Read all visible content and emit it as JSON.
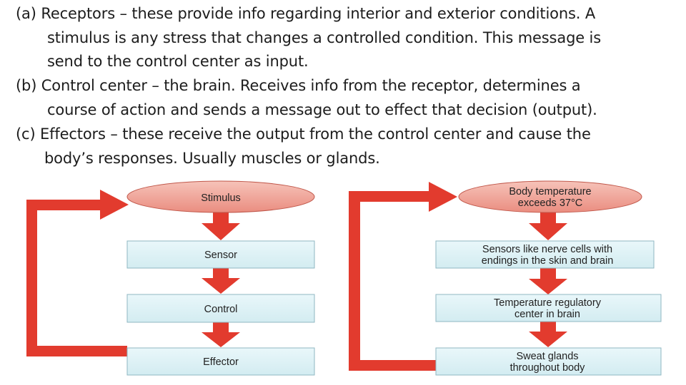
{
  "paragraphs": {
    "a": {
      "lines": [
        "(a)  Receptors – these provide info regarding interior and exterior conditions. A",
        "stimulus is any stress that changes a controlled condition. This message is",
        "send to the control center as input."
      ]
    },
    "b": {
      "lines": [
        "(b)  Control center – the brain. Receives info from the receptor, determines a",
        "course of action and sends a message out to effect that decision (output)."
      ]
    },
    "c": {
      "lines": [
        "(c) Effectors – these receive the output from the control center and cause the",
        "body’s responses. Usually muscles or glands."
      ]
    }
  },
  "diagram_left": {
    "stimulus": [
      "Stimulus"
    ],
    "sensor": [
      "Sensor"
    ],
    "control": [
      "Control"
    ],
    "effector": [
      "Effector"
    ]
  },
  "diagram_right": {
    "stimulus": [
      "Body temperature",
      "exceeds 37°C"
    ],
    "sensor": [
      "Sensors like nerve cells with",
      "endings in the skin and brain"
    ],
    "control": [
      "Temperature regulatory",
      "center in brain"
    ],
    "effector": [
      "Sweat glands",
      "throughout body"
    ]
  },
  "colors": {
    "arrow_red": "#e23b2e",
    "box_fill": "#dff1f5",
    "box_stroke": "#8fb7c2",
    "oval_fill": "#ee9b8f",
    "oval_stroke": "#c0574a"
  }
}
